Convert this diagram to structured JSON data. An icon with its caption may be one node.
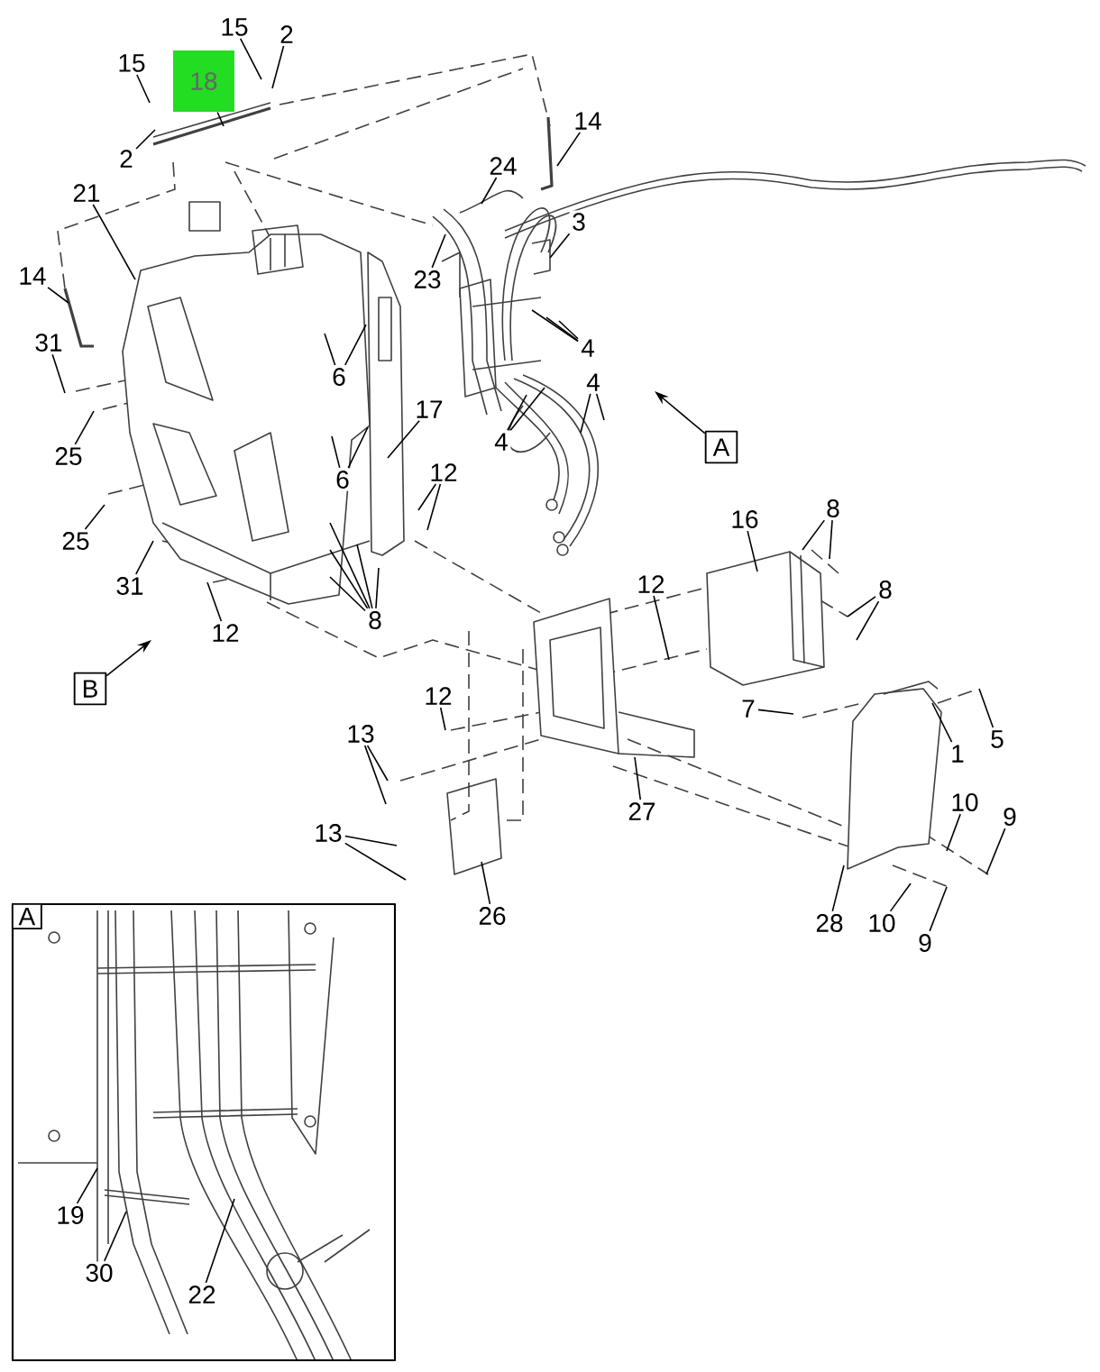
{
  "diagram": {
    "nodes": [
      {
        "text": [
          "15"
        ]
      },
      {
        "text": [
          "15"
        ]
      },
      {
        "text": [
          "2"
        ]
      },
      {
        "text": [
          "18"
        ]
      },
      {
        "text": [
          "2"
        ]
      },
      {
        "text": [
          "14"
        ]
      },
      {
        "text": [
          "24"
        ]
      },
      {
        "text": [
          "21"
        ]
      },
      {
        "text": [
          "3"
        ]
      },
      {
        "text": [
          "14"
        ]
      },
      {
        "text": [
          "23"
        ]
      },
      {
        "text": [
          "31"
        ]
      },
      {
        "text": [
          "4"
        ]
      },
      {
        "text": [
          "6"
        ]
      },
      {
        "text": [
          "4"
        ]
      },
      {
        "text": [
          "17"
        ]
      },
      {
        "text": [
          "A"
        ]
      },
      {
        "text": [
          "4"
        ]
      },
      {
        "text": [
          "25"
        ]
      },
      {
        "text": [
          "6"
        ]
      },
      {
        "text": [
          "12"
        ]
      },
      {
        "text": [
          "8"
        ]
      },
      {
        "text": [
          "16"
        ]
      },
      {
        "text": [
          "25"
        ]
      },
      {
        "text": [
          "12"
        ]
      },
      {
        "text": [
          "8"
        ]
      },
      {
        "text": [
          "31"
        ]
      },
      {
        "text": [
          "8"
        ]
      },
      {
        "text": [
          "12"
        ]
      },
      {
        "text": [
          "B"
        ]
      },
      {
        "text": [
          "12"
        ]
      },
      {
        "text": [
          "7"
        ]
      },
      {
        "text": [
          "13"
        ]
      },
      {
        "text": [
          "5"
        ]
      },
      {
        "text": [
          "1"
        ]
      },
      {
        "text": [
          "10"
        ]
      },
      {
        "text": [
          "27"
        ]
      },
      {
        "text": [
          "9"
        ]
      },
      {
        "text": [
          "13"
        ]
      },
      {
        "text": [
          "26"
        ]
      },
      {
        "text": [
          "28"
        ]
      },
      {
        "text": [
          "10"
        ]
      },
      {
        "text": [
          "9"
        ]
      },
      {
        "text": [
          "A"
        ]
      },
      {
        "text": [
          "19"
        ],
        "in": 43
      },
      {
        "text": [
          "30"
        ],
        "in": 43
      },
      {
        "text": [
          "22"
        ],
        "in": 43
      }
    ],
    "edges": [
      {
        "from": 0,
        "to": null,
        "arrow": "none"
      },
      {
        "from": 1,
        "to": null,
        "arrow": "none"
      },
      {
        "from": 2,
        "to": null,
        "arrow": "none"
      },
      {
        "from": 3,
        "to": null,
        "arrow": "none"
      },
      {
        "from": 4,
        "to": null,
        "arrow": "none"
      },
      {
        "from": 5,
        "to": null,
        "arrow": "none"
      },
      {
        "from": 6,
        "to": null,
        "arrow": "none"
      },
      {
        "from": 7,
        "to": null,
        "arrow": "none"
      },
      {
        "from": 8,
        "to": null,
        "arrow": "none"
      },
      {
        "from": 9,
        "to": null,
        "arrow": "none"
      },
      {
        "from": 10,
        "to": null,
        "arrow": "none"
      },
      {
        "from": 11,
        "to": null,
        "arrow": "none"
      },
      {
        "from": 12,
        "to": null,
        "arrow": "none"
      },
      {
        "from": 12,
        "to": null,
        "arrow": "none"
      },
      {
        "from": 12,
        "to": null,
        "arrow": "none"
      },
      {
        "from": 13,
        "to": null,
        "arrow": "none"
      },
      {
        "from": 13,
        "to": null,
        "arrow": "none"
      },
      {
        "from": 14,
        "to": null,
        "arrow": "none"
      },
      {
        "from": 14,
        "to": null,
        "arrow": "none"
      },
      {
        "from": 15,
        "to": null,
        "arrow": "none"
      },
      {
        "from": 16,
        "to": null,
        "arrow": "to"
      },
      {
        "from": 17,
        "to": null,
        "arrow": "none"
      },
      {
        "from": 17,
        "to": null,
        "arrow": "none"
      },
      {
        "from": 18,
        "to": null,
        "arrow": "none"
      },
      {
        "from": 19,
        "to": null,
        "arrow": "none"
      },
      {
        "from": 19,
        "to": null,
        "arrow": "none"
      },
      {
        "from": 20,
        "to": null,
        "arrow": "none"
      },
      {
        "from": 20,
        "to": null,
        "arrow": "none"
      },
      {
        "from": 21,
        "to": null,
        "arrow": "none"
      },
      {
        "from": 21,
        "to": null,
        "arrow": "none"
      },
      {
        "from": 22,
        "to": null,
        "arrow": "none"
      },
      {
        "from": 23,
        "to": null,
        "arrow": "none"
      },
      {
        "from": 24,
        "to": null,
        "arrow": "none"
      },
      {
        "from": 25,
        "to": null,
        "arrow": "none"
      },
      {
        "from": 25,
        "to": null,
        "arrow": "none"
      },
      {
        "from": 26,
        "to": null,
        "arrow": "none"
      },
      {
        "from": 27,
        "to": null,
        "arrow": "none"
      },
      {
        "from": 27,
        "to": null,
        "arrow": "none"
      },
      {
        "from": 27,
        "to": null,
        "arrow": "none"
      },
      {
        "from": 27,
        "to": null,
        "arrow": "none"
      },
      {
        "from": 27,
        "to": null,
        "arrow": "none"
      },
      {
        "from": 28,
        "to": null,
        "arrow": "none"
      },
      {
        "from": 29,
        "to": null,
        "arrow": "to"
      },
      {
        "from": 30,
        "to": null,
        "arrow": "none"
      },
      {
        "from": 31,
        "to": null,
        "arrow": "none"
      },
      {
        "from": 32,
        "to": null,
        "arrow": "none"
      },
      {
        "from": 32,
        "to": null,
        "arrow": "none"
      },
      {
        "from": 33,
        "to": null,
        "arrow": "none"
      },
      {
        "from": 34,
        "to": null,
        "arrow": "none"
      },
      {
        "from": 35,
        "to": null,
        "arrow": "none"
      },
      {
        "from": 36,
        "to": null,
        "arrow": "none"
      },
      {
        "from": 37,
        "to": null,
        "arrow": "none"
      },
      {
        "from": 38,
        "to": null,
        "arrow": "none"
      },
      {
        "from": 38,
        "to": null,
        "arrow": "none"
      },
      {
        "from": 39,
        "to": null,
        "arrow": "none"
      },
      {
        "from": 40,
        "to": null,
        "arrow": "none"
      },
      {
        "from": 41,
        "to": null,
        "arrow": "none"
      },
      {
        "from": 42,
        "to": null,
        "arrow": "none"
      },
      {
        "from": 44,
        "to": null,
        "arrow": "none"
      },
      {
        "from": 45,
        "to": null,
        "arrow": "none"
      },
      {
        "from": 46,
        "to": null,
        "arrow": "none"
      }
    ]
  }
}
